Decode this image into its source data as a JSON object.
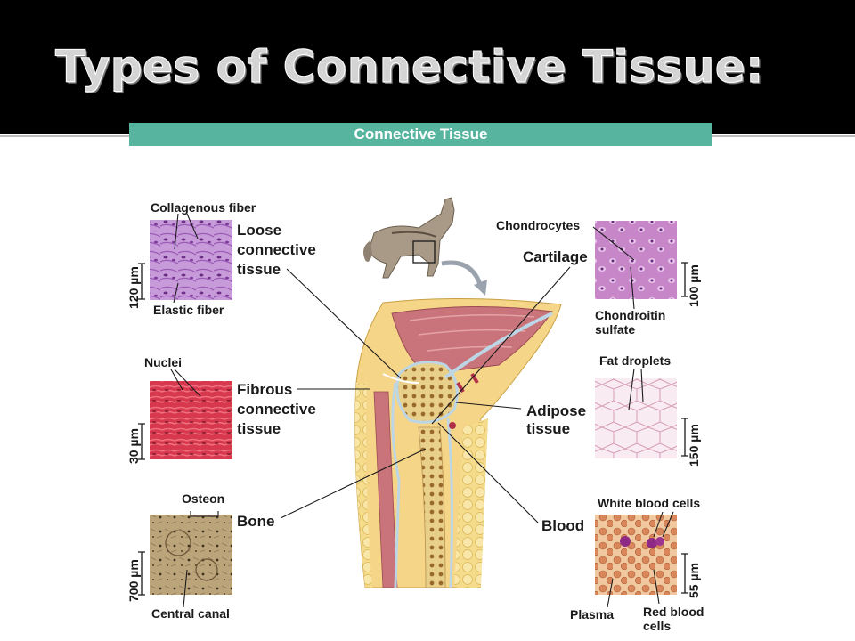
{
  "slide": {
    "title": "Types of Connective Tissue:"
  },
  "banner": {
    "label": "Connective Tissue"
  },
  "loose": {
    "fiber_top": "Collagenous fiber",
    "name_1": "Loose",
    "name_2": "connective",
    "name_3": "tissue",
    "fiber_bottom": "Elastic fiber",
    "scale": "120 µm"
  },
  "fibrous": {
    "nuclei": "Nuclei",
    "name_1": "Fibrous",
    "name_2": "connective",
    "name_3": "tissue",
    "scale": "30 µm"
  },
  "bone": {
    "osteon": "Osteon",
    "name": "Bone",
    "canal": "Central canal",
    "scale": "700 µm"
  },
  "cartilage": {
    "cells": "Chondrocytes",
    "name": "Cartilage",
    "sulfate_1": "Chondroitin",
    "sulfate_2": "sulfate",
    "scale": "100 µm"
  },
  "adipose": {
    "droplets": "Fat droplets",
    "name_1": "Adipose",
    "name_2": "tissue",
    "scale": "150 µm"
  },
  "blood": {
    "wbc": "White blood cells",
    "name": "Blood",
    "plasma": "Plasma",
    "rbc_1": "Red blood",
    "rbc_2": "cells",
    "scale": "55 µm"
  },
  "colors": {
    "banner": "#57b59f",
    "header": "#000000"
  }
}
